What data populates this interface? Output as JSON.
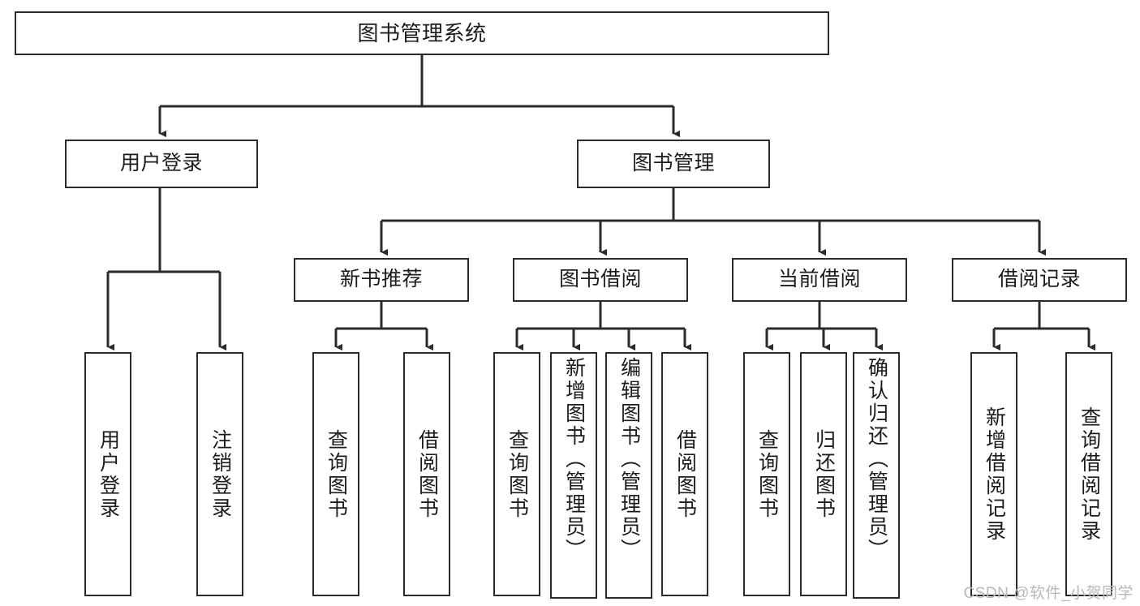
{
  "diagram": {
    "type": "tree",
    "title": "图书管理系统",
    "orientation": "top-down",
    "colors": {
      "stroke": "#2b2b2b",
      "fill": "#ffffff",
      "text": "#1c1c1c",
      "watermark": "#b9b9b9"
    },
    "root": {
      "label": "图书管理系统"
    },
    "level2": [
      {
        "label": "用户登录"
      },
      {
        "label": "图书管理"
      }
    ],
    "level3": [
      {
        "label": "新书推荐"
      },
      {
        "label": "图书借阅"
      },
      {
        "label": "当前借阅"
      },
      {
        "label": "借阅记录"
      }
    ],
    "leaves": {
      "user_login": [
        {
          "label": "用户登录"
        },
        {
          "label": "注销登录"
        }
      ],
      "new_book_recommend": [
        {
          "label": "查询图书"
        },
        {
          "label": "借阅图书"
        }
      ],
      "book_borrow": [
        {
          "label": "查询图书"
        },
        {
          "label": "新增图书（管理员）"
        },
        {
          "label": "编辑图书（管理员）"
        },
        {
          "label": "借阅图书"
        }
      ],
      "current_borrow": [
        {
          "label": "查询图书"
        },
        {
          "label": "归还图书"
        },
        {
          "label": "确认归还（管理员）"
        }
      ],
      "borrow_record": [
        {
          "label": "新增借阅记录"
        },
        {
          "label": "查询借阅记录"
        }
      ]
    }
  },
  "watermark": {
    "text": "CSDN @软件_小贺同学"
  }
}
